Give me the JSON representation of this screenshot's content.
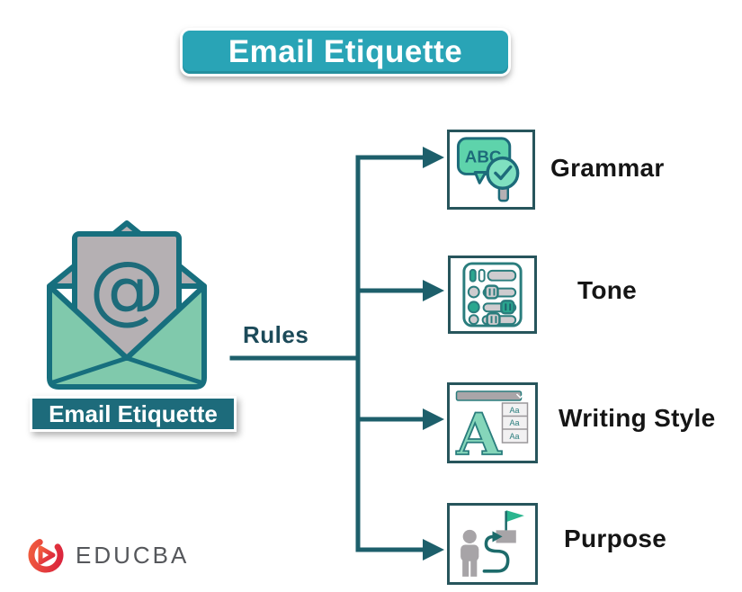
{
  "banner": {
    "title": "Email Etiquette"
  },
  "envelope": {
    "at_symbol": "@",
    "caption": "Email Etiquette"
  },
  "connector": {
    "rules_label": "Rules"
  },
  "branches": [
    {
      "id": "grammar",
      "label": "Grammar",
      "icon": "grammar-abc-magnifier-icon"
    },
    {
      "id": "tone",
      "label": "Tone",
      "icon": "tone-sliders-icon"
    },
    {
      "id": "writing_style",
      "label": "Writing Style",
      "icon": "writing-style-letter-a-icon"
    },
    {
      "id": "purpose",
      "label": "Purpose",
      "icon": "purpose-goal-flag-icon"
    }
  ],
  "icons": {
    "grammar_text": "ABC",
    "writing_aa": "Aa"
  },
  "logo": {
    "text": "EDUCBA"
  },
  "colors": {
    "banner_teal": "#29a4b6",
    "caption_teal": "#1d6b7b",
    "line_teal": "#1d5f6b",
    "envelope_green": "#80c9ac",
    "icon_green": "#5ed3ab",
    "paper_gray": "#b5b0b3",
    "branch_text": "#151515",
    "rules_text": "#1c4a59",
    "logo_red": "#e8323e",
    "logo_text_gray": "#55575b"
  }
}
